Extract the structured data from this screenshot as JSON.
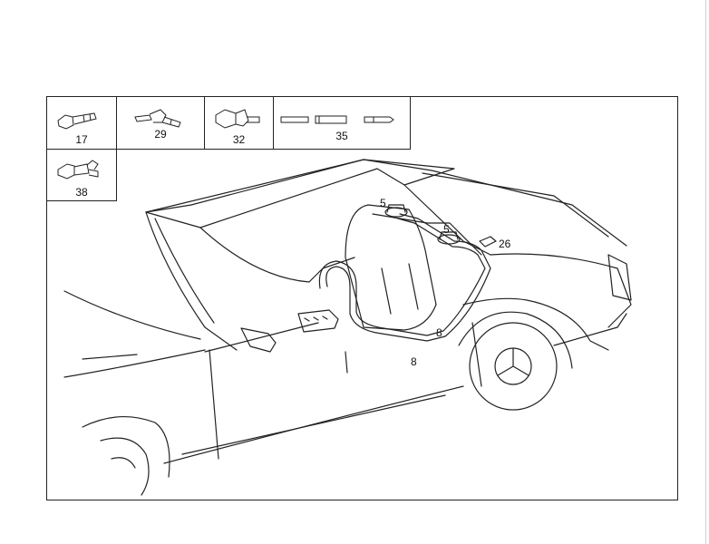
{
  "parts_grid": {
    "cells": [
      {
        "number": "17",
        "icon": "connector-straight-icon"
      },
      {
        "number": "29",
        "icon": "connector-elbow-icon"
      },
      {
        "number": "32",
        "icon": "connector-angled-icon"
      },
      {
        "number": "35",
        "icon": "hose-set-icon"
      },
      {
        "number": "38",
        "icon": "connector-tee-icon"
      }
    ]
  },
  "callouts": {
    "c5a": "5",
    "c5b": "5",
    "c26": "26",
    "c8a": "8",
    "c8b": "8"
  }
}
